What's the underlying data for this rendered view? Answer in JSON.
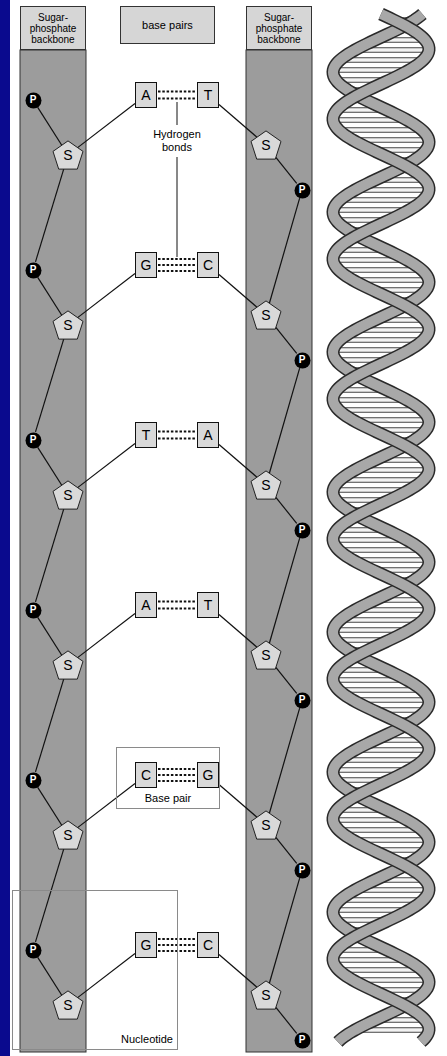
{
  "diagram": {
    "nodes": [
      {
        "text": [
          "Sugar-phosphate backbone"
        ]
      },
      {
        "text": [
          "base pairs"
        ]
      },
      {
        "text": [
          "Sugar-phosphate backbone"
        ]
      },
      {
        "text": [
          "P"
        ]
      },
      {
        "text": [
          "S"
        ]
      },
      {
        "text": [
          "A"
        ]
      },
      {
        "text": [
          "T"
        ]
      },
      {
        "text": [
          "S"
        ]
      },
      {
        "text": [
          "P"
        ]
      },
      {
        "text": [
          "P"
        ]
      },
      {
        "text": [
          "S"
        ]
      },
      {
        "text": [
          "G"
        ]
      },
      {
        "text": [
          "C"
        ]
      },
      {
        "text": [
          "S"
        ]
      },
      {
        "text": [
          "P"
        ]
      },
      {
        "text": [
          "P"
        ]
      },
      {
        "text": [
          "S"
        ]
      },
      {
        "text": [
          "T"
        ]
      },
      {
        "text": [
          "A"
        ]
      },
      {
        "text": [
          "S"
        ]
      },
      {
        "text": [
          "P"
        ]
      },
      {
        "text": [
          "P"
        ]
      },
      {
        "text": [
          "S"
        ]
      },
      {
        "text": [
          "A"
        ]
      },
      {
        "text": [
          "T"
        ]
      },
      {
        "text": [
          "S"
        ]
      },
      {
        "text": [
          "P"
        ]
      },
      {
        "text": [
          "P"
        ]
      },
      {
        "text": [
          "S"
        ]
      },
      {
        "text": [
          "Base pair"
        ]
      },
      {
        "text": [
          "C"
        ],
        "in": 29
      },
      {
        "text": [
          "G"
        ],
        "in": 29
      },
      {
        "text": [
          "S"
        ]
      },
      {
        "text": [
          "P"
        ]
      },
      {
        "text": [
          "Nucleotide"
        ]
      },
      {
        "text": [
          "P"
        ],
        "in": 34
      },
      {
        "text": [
          "S"
        ],
        "in": 34
      },
      {
        "text": [
          "G"
        ],
        "in": 34
      },
      {
        "text": [
          "C"
        ]
      },
      {
        "text": [
          "S"
        ]
      },
      {
        "text": [
          "P"
        ]
      }
    ],
    "edges": [
      {
        "from": 3,
        "to": 4,
        "arrow": "none"
      },
      {
        "from": 4,
        "to": 5,
        "arrow": "none"
      },
      {
        "from": 5,
        "to": 6,
        "arrow": "none"
      },
      {
        "from": 6,
        "to": 7,
        "arrow": "none"
      },
      {
        "from": 7,
        "to": 8,
        "arrow": "none"
      },
      {
        "from": 4,
        "to": 9,
        "arrow": "none"
      },
      {
        "from": 8,
        "to": 13,
        "arrow": "none"
      },
      {
        "from": 9,
        "to": 10,
        "arrow": "none"
      },
      {
        "from": 10,
        "to": 11,
        "arrow": "none"
      },
      {
        "from": 11,
        "to": 12,
        "arrow": "none"
      },
      {
        "from": 12,
        "to": 13,
        "arrow": "none"
      },
      {
        "from": 13,
        "to": 14,
        "arrow": "none"
      },
      {
        "from": 10,
        "to": 15,
        "arrow": "none"
      },
      {
        "from": 14,
        "to": 19,
        "arrow": "none"
      },
      {
        "from": 15,
        "to": 16,
        "arrow": "none"
      },
      {
        "from": 16,
        "to": 17,
        "arrow": "none"
      },
      {
        "from": 17,
        "to": 18,
        "arrow": "none"
      },
      {
        "from": 18,
        "to": 19,
        "arrow": "none"
      },
      {
        "from": 19,
        "to": 20,
        "arrow": "none"
      },
      {
        "from": 16,
        "to": 21,
        "arrow": "none"
      },
      {
        "from": 20,
        "to": 25,
        "arrow": "none"
      },
      {
        "from": 21,
        "to": 22,
        "arrow": "none"
      },
      {
        "from": 22,
        "to": 23,
        "arrow": "none"
      },
      {
        "from": 23,
        "to": 24,
        "arrow": "none"
      },
      {
        "from": 24,
        "to": 25,
        "arrow": "none"
      },
      {
        "from": 25,
        "to": 26,
        "arrow": "none"
      },
      {
        "from": 22,
        "to": 27,
        "arrow": "none"
      },
      {
        "from": 26,
        "to": 32,
        "arrow": "none"
      },
      {
        "from": 27,
        "to": 28,
        "arrow": "none"
      },
      {
        "from": 28,
        "to": 30,
        "arrow": "none"
      },
      {
        "from": 30,
        "to": 31,
        "arrow": "none"
      },
      {
        "from": 31,
        "to": 32,
        "arrow": "none"
      },
      {
        "from": 32,
        "to": 33,
        "arrow": "none"
      },
      {
        "from": 28,
        "to": 35,
        "arrow": "none"
      },
      {
        "from": 33,
        "to": 39,
        "arrow": "none"
      },
      {
        "from": 35,
        "to": 36,
        "arrow": "none"
      },
      {
        "from": 36,
        "to": 37,
        "arrow": "none"
      },
      {
        "from": 37,
        "to": 38,
        "arrow": "none"
      },
      {
        "from": 38,
        "to": 39,
        "arrow": "none"
      },
      {
        "from": 39,
        "to": 40,
        "arrow": "none"
      }
    ],
    "labels": [
      "Hydrogen bonds"
    ]
  }
}
